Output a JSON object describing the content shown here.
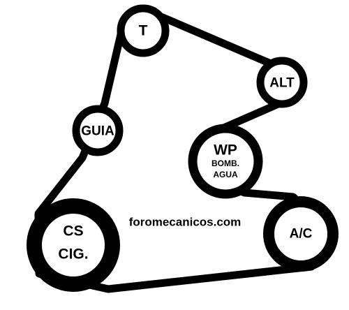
{
  "diagram": {
    "colors": {
      "belt": "#000000",
      "pulley_fill": "#ffffff",
      "text": "#000000"
    },
    "pulleys": [
      {
        "id": "tensioner",
        "label": "T"
      },
      {
        "id": "alternator",
        "label": "ALT"
      },
      {
        "id": "idler",
        "label": "GUIA"
      },
      {
        "id": "water-pump",
        "label": "WP",
        "sublabel_1": "BOMB.",
        "sublabel_2": "AGUA"
      },
      {
        "id": "crankshaft",
        "label": "CS",
        "sublabel_1": "CIG."
      },
      {
        "id": "ac-compressor",
        "label": "A/C"
      }
    ],
    "watermark": "foromecanicos.com"
  }
}
